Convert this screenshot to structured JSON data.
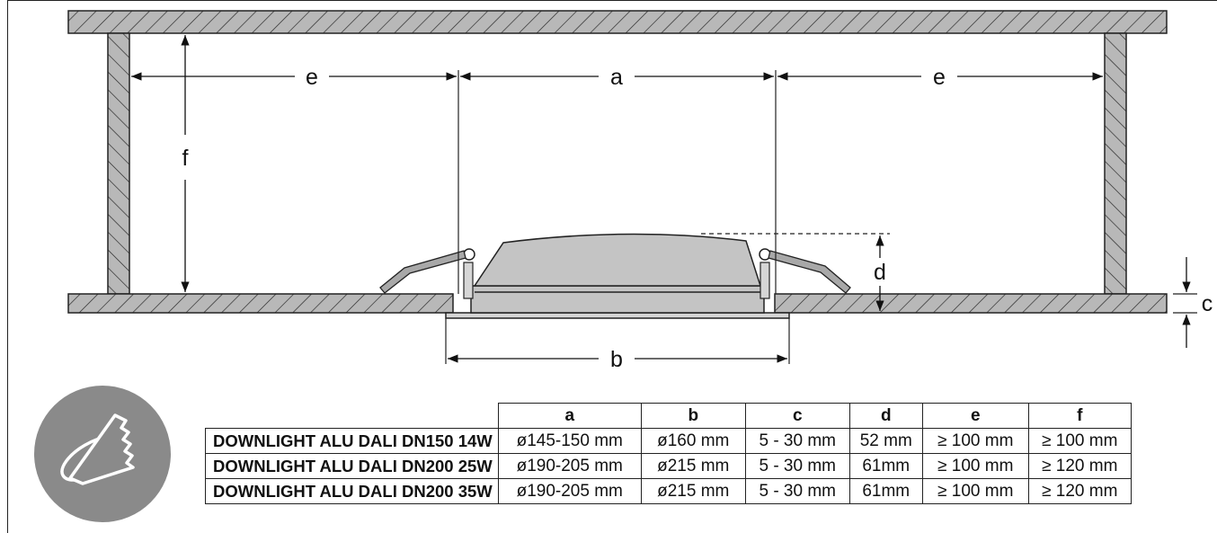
{
  "dimension_labels": {
    "a": "a",
    "b": "b",
    "c": "c",
    "d": "d",
    "e": "e",
    "f": "f"
  },
  "colors": {
    "hatch_fill": "#b8b8b8",
    "lamp_fill": "#c4c4c4",
    "icon_circle": "#8a8a8a",
    "line": "#222222"
  },
  "icon": {
    "name": "cutout-saw-icon"
  },
  "table": {
    "columns": [
      "a",
      "b",
      "c",
      "d",
      "e",
      "f"
    ],
    "rows": [
      {
        "product": "DOWNLIGHT ALU DALI DN150 14W",
        "a": "ø145-150 mm",
        "b": "ø160 mm",
        "c": "5 - 30 mm",
        "d": "52 mm",
        "e": "≥ 100 mm",
        "f": "≥ 100 mm"
      },
      {
        "product": "DOWNLIGHT ALU DALI DN200 25W",
        "a": "ø190-205 mm",
        "b": "ø215 mm",
        "c": "5 - 30 mm",
        "d": "61mm",
        "e": "≥ 100 mm",
        "f": "≥ 120 mm"
      },
      {
        "product": "DOWNLIGHT ALU DALI DN200 35W",
        "a": "ø190-205 mm",
        "b": "ø215 mm",
        "c": "5 - 30 mm",
        "d": "61mm",
        "e": "≥ 100 mm",
        "f": "≥ 120 mm"
      }
    ]
  }
}
